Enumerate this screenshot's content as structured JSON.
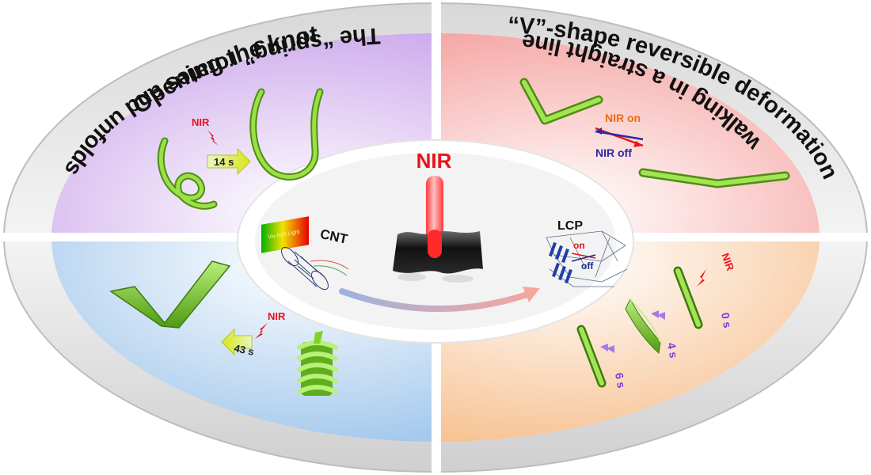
{
  "quadrants": {
    "top_left": {
      "title": "Opening the knot",
      "trigger": "NIR",
      "time": "14 s"
    },
    "top_right": {
      "title": "“V”-shape reversible deformation",
      "on_label": "NIR on",
      "off_label": "NIR off"
    },
    "bottom_left": {
      "title": "The “spring” rotates and unfolds",
      "trigger": "NIR",
      "time": "43 s"
    },
    "bottom_right": {
      "title": "walking in a straight line",
      "trigger": "NIR",
      "t0": "0 s",
      "t1": "4 s",
      "t2": "6 s"
    }
  },
  "center": {
    "nir_label": "NIR",
    "cnt_label": "CNT",
    "gradient_label": "Vis NIR Light",
    "lcp_label": "LCP",
    "lcp_on": "on",
    "lcp_off": "off"
  },
  "colors": {
    "purple": "#d9b8f0",
    "pink": "#f7b9b7",
    "blue": "#b4d3ef",
    "orange": "#f8cda8",
    "strip_green": "#7ed321",
    "nir_red": "#e8121b",
    "time_purple": "#7b3fd9"
  }
}
